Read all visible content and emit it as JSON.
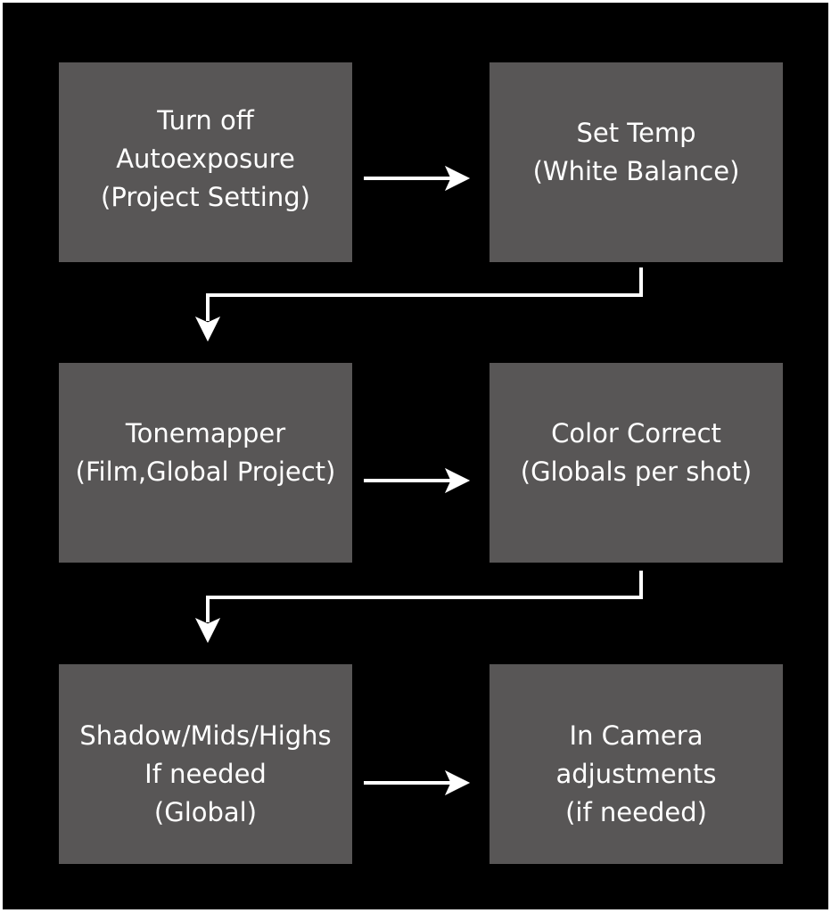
{
  "diagram": {
    "background_color": "#000000",
    "box_color": "#585656",
    "text_color": "#ffffff",
    "arrow_color": "#ffffff",
    "steps": [
      {
        "lines": [
          "Turn off",
          "Autoexposure",
          "(Project Setting)"
        ]
      },
      {
        "lines": [
          "Set Temp",
          "(White Balance)"
        ]
      },
      {
        "lines": [
          "Tonemapper",
          "(Film,Global Project)"
        ]
      },
      {
        "lines": [
          "Color Correct",
          "(Globals per shot)"
        ]
      },
      {
        "lines": [
          "Shadow/Mids/Highs",
          "If needed",
          "(Global)"
        ]
      },
      {
        "lines": [
          "In Camera",
          "adjustments",
          "(if needed)"
        ]
      }
    ]
  }
}
